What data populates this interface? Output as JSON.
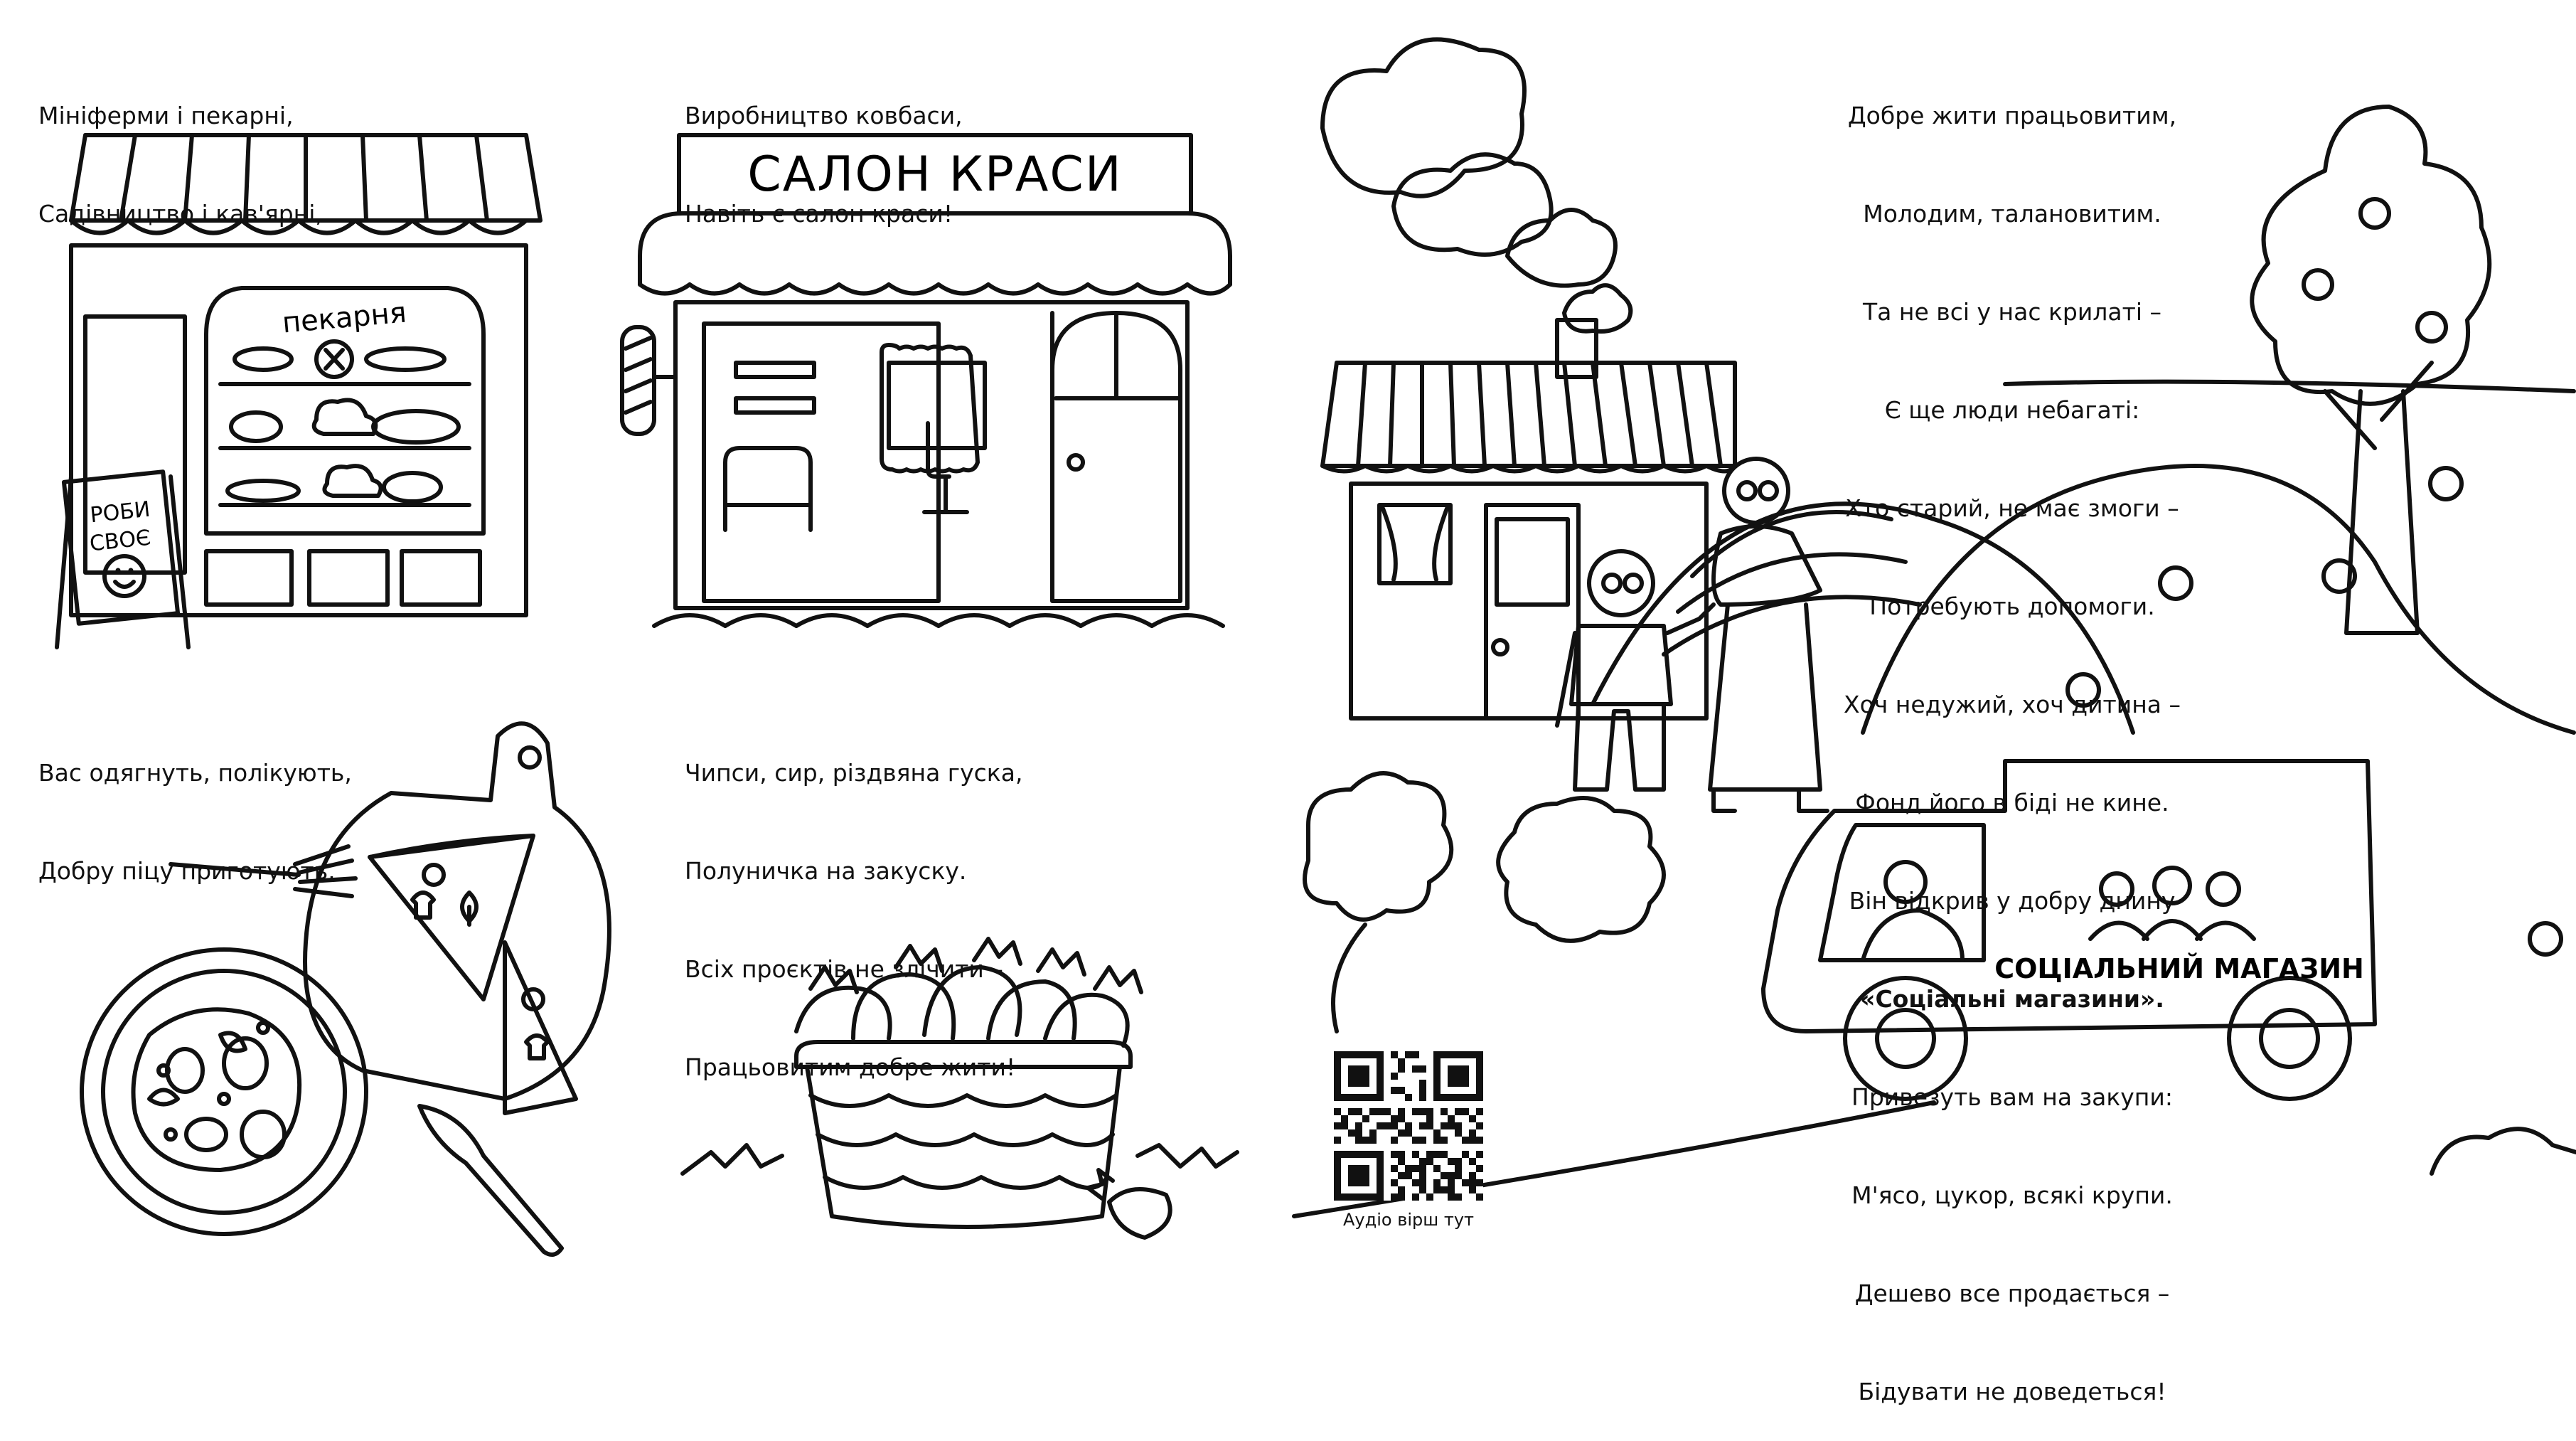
{
  "verses": {
    "v1": [
      "Мініферми і пекарні,",
      "Садівництво і кав'ярні,"
    ],
    "v2": [
      "Виробництво ковбаси,",
      "Навіть є салон краси!"
    ],
    "v3": [
      "Вас одягнуть, полікують,",
      "Добру піцу приготують."
    ],
    "v4": [
      "Чипси, сир, різдвяна гуска,",
      "Полуничка на закуску.",
      "Всіх проєктів не злічити –",
      "Працьовитим добре жити!"
    ],
    "v5": [
      "Добре жити працьовитим,",
      "Молодим, талановитим.",
      "Та не всі у нас крилаті –",
      "Є ще люди небагаті:",
      "Хто старий, не має змоги –",
      "Потребують допомоги.",
      "Хоч недужий, хоч дитина –",
      "Фонд його в біді не кине.",
      "Він відкрив у добру днину",
      "«Соціальні магазини».",
      "Привезуть вам на закупи:",
      "М'ясо, цукор, всякі крупи.",
      "Дешево все продається –",
      "Бідувати не доведеться!"
    ]
  },
  "signs": {
    "bakery": "пекарня",
    "board_line1": "РОБИ",
    "board_line2": "СВОЄ",
    "salon": "САЛОН КРАСИ",
    "truck": "СОЦІАЛЬНИЙ МАГАЗИН"
  },
  "qr": {
    "caption": "Аудіо вірш тут"
  },
  "colors": {
    "ink": "#111111",
    "paper": "#ffffff"
  }
}
